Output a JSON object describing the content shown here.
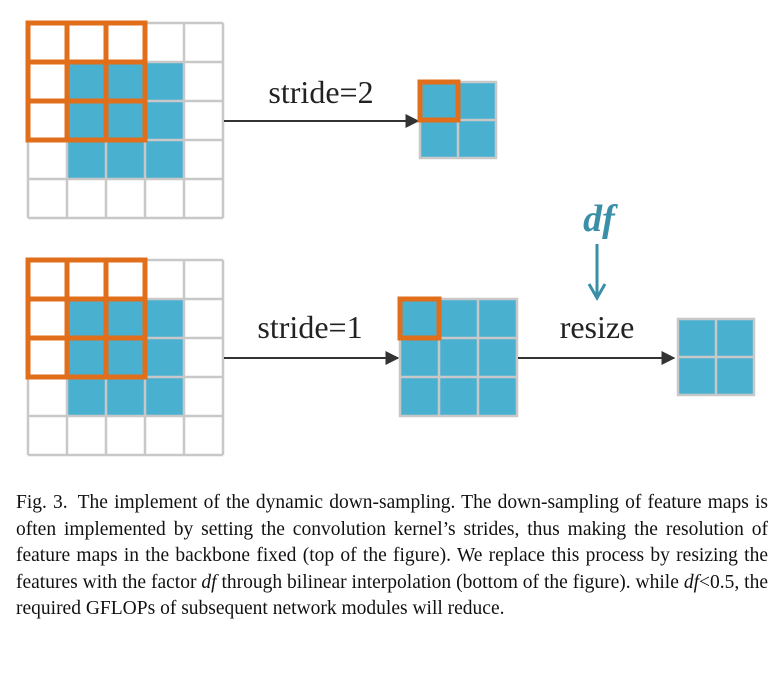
{
  "colors": {
    "cell_fill": "#4ab0d0",
    "grid_line": "#c8c8c8",
    "kernel": "#e06e1a",
    "arrow": "#333333",
    "df_label": "#3a8fa8"
  },
  "top_row": {
    "arrow_label": "stride=2"
  },
  "bottom_row": {
    "arrow_label_1": "stride=1",
    "arrow_label_2": "resize",
    "factor_label": "df"
  },
  "caption": {
    "fig_label": "Fig. 3.",
    "part1": "The implement of the dynamic down-sampling. The down-sampling of feature maps is often implemented by setting the convolution kernel’s strides, thus making the resolution of feature maps in the backbone fixed (top of the figure). We replace this process by resizing the features with the factor ",
    "df1": "df",
    "part2": " through bilinear interpolation (bottom of the figure). while ",
    "df2": "df",
    "part3": "<0.5, the required GFLOPs of subsequent network modules will reduce."
  }
}
